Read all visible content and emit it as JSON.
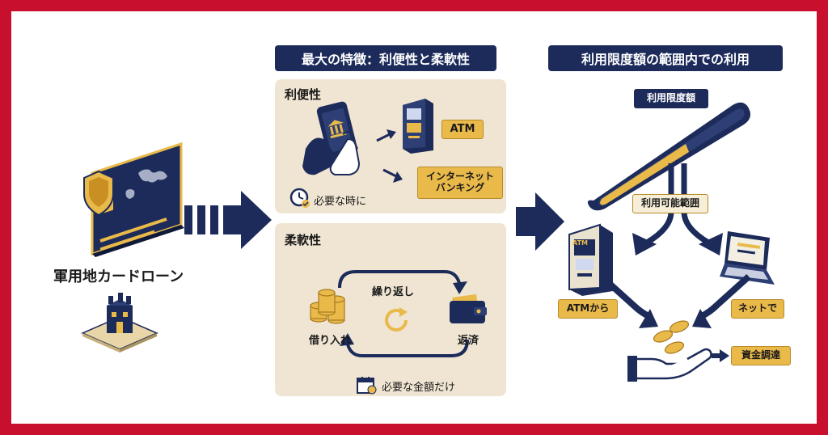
{
  "left": {
    "title": "軍用地カードローン"
  },
  "middle": {
    "header": "最大の特徴：利便性と柔軟性",
    "convenience": {
      "title": "利便性",
      "atm_tag": "ATM",
      "net_tag": "インターネット\nバンキング",
      "when_needed": "必要な時に"
    },
    "flexibility": {
      "title": "柔軟性",
      "repeat": "繰り返し",
      "borrow": "借り入れ",
      "repay": "返済",
      "amount": "必要な金額だけ"
    }
  },
  "right": {
    "header": "利用限度額の範囲内での利用",
    "limit_tag": "利用限度額",
    "available_tag": "利用可能範囲",
    "atm_tag": "ATMから",
    "net_tag": "ネットで",
    "fund_tag": "資金調達",
    "atm_screen": "ATM"
  },
  "colors": {
    "navy": "#1c2b5a",
    "gold": "#e9b94a",
    "beige": "#efe5d2",
    "border": "#c8102e"
  }
}
